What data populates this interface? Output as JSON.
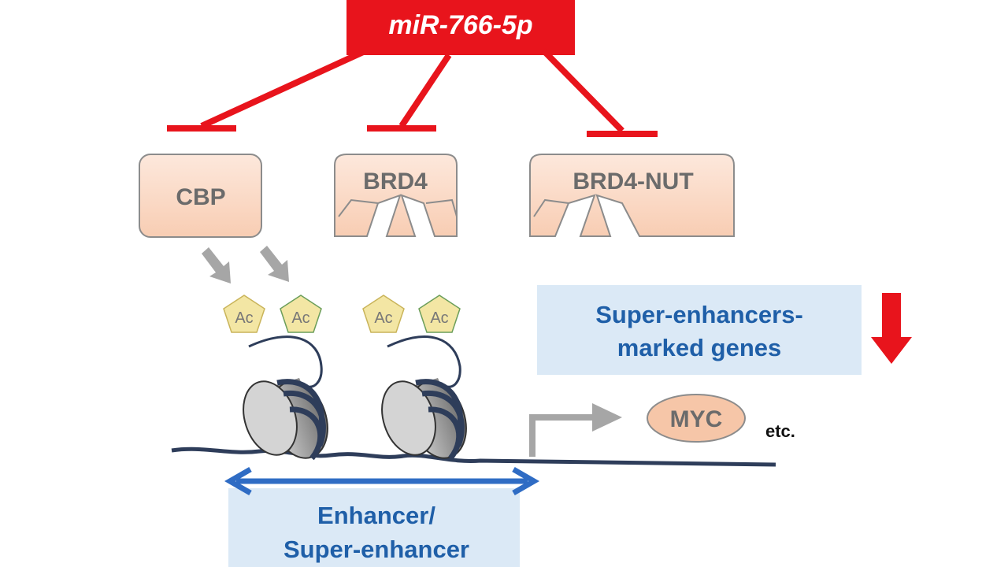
{
  "mirna": {
    "label": "miR-766-5p",
    "color": "#e8141c"
  },
  "targets": [
    {
      "label": "CBP"
    },
    {
      "label": "BRD4"
    },
    {
      "label": "BRD4-NUT"
    }
  ],
  "acetyl_marks": [
    "Ac",
    "Ac",
    "Ac",
    "Ac"
  ],
  "outcome": {
    "line1": "Super-enhancers-",
    "line2": "marked genes",
    "direction": "down"
  },
  "gene": {
    "label": "MYC",
    "etc": "etc."
  },
  "region": {
    "line1": "Enhancer/",
    "line2": "Super-enhancer"
  },
  "colors": {
    "inhibit": "#e8141c",
    "box_fill": "#fbd9c6",
    "box_stroke": "#8c8c8c",
    "label_gray": "#6b6b6b",
    "blue_text": "#1f5fa8",
    "blue_panel": "#dbe9f6",
    "dna": "#2e3d5a",
    "ac_fill": "#f3e6a4",
    "arrow_gray": "#a6a6a6",
    "myc_fill": "#f6c6a8"
  }
}
